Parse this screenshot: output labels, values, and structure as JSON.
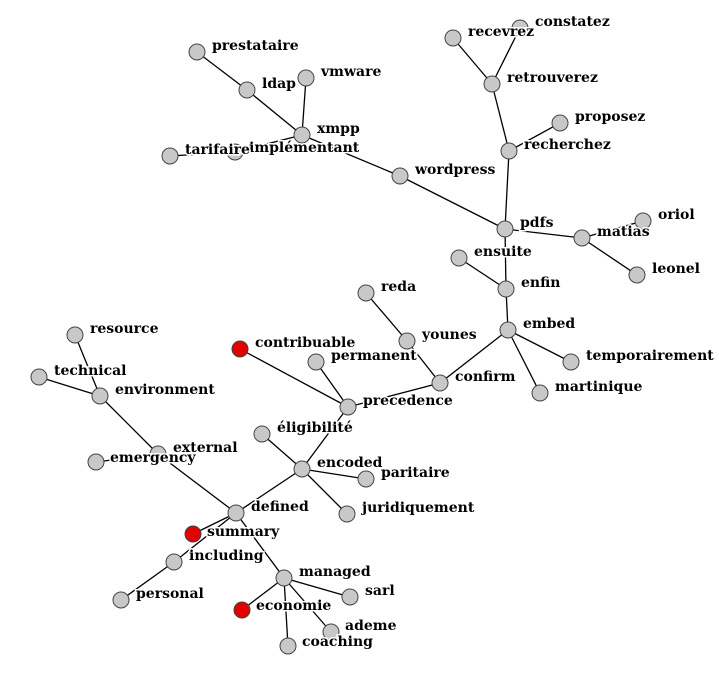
{
  "colors": {
    "node_default": "#c8c8c8",
    "node_highlight": "#e30000",
    "edge": "#000000",
    "background": "#ffffff"
  },
  "graph": {
    "nodes": [
      {
        "id": "prestataire",
        "label": "prestataire",
        "highlight": false
      },
      {
        "id": "ldap",
        "label": "ldap",
        "highlight": false
      },
      {
        "id": "vmware",
        "label": "vmware",
        "highlight": false
      },
      {
        "id": "xmpp",
        "label": "xmpp",
        "highlight": false
      },
      {
        "id": "implementant",
        "label": "implémentant",
        "highlight": false
      },
      {
        "id": "tarifaire",
        "label": "tarifaire",
        "highlight": false
      },
      {
        "id": "wordpress",
        "label": "wordpress",
        "highlight": false
      },
      {
        "id": "recevrez",
        "label": "recevrez",
        "highlight": false
      },
      {
        "id": "constatez",
        "label": "constatez",
        "highlight": false
      },
      {
        "id": "retrouverez",
        "label": "retrouverez",
        "highlight": false
      },
      {
        "id": "proposez",
        "label": "proposez",
        "highlight": false
      },
      {
        "id": "recherchez",
        "label": "recherchez",
        "highlight": false
      },
      {
        "id": "pdfs",
        "label": "pdfs",
        "highlight": false
      },
      {
        "id": "oriol",
        "label": "oriol",
        "highlight": false
      },
      {
        "id": "matias",
        "label": "matias",
        "highlight": false
      },
      {
        "id": "leonel",
        "label": "leonel",
        "highlight": false
      },
      {
        "id": "ensuite",
        "label": "ensuite",
        "highlight": false
      },
      {
        "id": "enfin",
        "label": "enfin",
        "highlight": false
      },
      {
        "id": "reda",
        "label": "reda",
        "highlight": false
      },
      {
        "id": "younes",
        "label": "younes",
        "highlight": false
      },
      {
        "id": "embed",
        "label": "embed",
        "highlight": false
      },
      {
        "id": "temporairement",
        "label": "temporairement",
        "highlight": false
      },
      {
        "id": "martinique",
        "label": "martinique",
        "highlight": false
      },
      {
        "id": "confirm",
        "label": "confirm",
        "highlight": false
      },
      {
        "id": "contribuable",
        "label": "contribuable",
        "highlight": true
      },
      {
        "id": "permanent",
        "label": "permanent",
        "highlight": false
      },
      {
        "id": "precedence",
        "label": "precedence",
        "highlight": false
      },
      {
        "id": "resource",
        "label": "resource",
        "highlight": false
      },
      {
        "id": "technical",
        "label": "technical",
        "highlight": false
      },
      {
        "id": "environment",
        "label": "environment",
        "highlight": false
      },
      {
        "id": "eligibilite",
        "label": "éligibilité",
        "highlight": false
      },
      {
        "id": "external",
        "label": "external",
        "highlight": false
      },
      {
        "id": "emergency",
        "label": "emergency",
        "highlight": false
      },
      {
        "id": "encoded",
        "label": "encoded",
        "highlight": false
      },
      {
        "id": "paritaire",
        "label": "paritaire",
        "highlight": false
      },
      {
        "id": "juridiquement",
        "label": "juridiquement",
        "highlight": false
      },
      {
        "id": "defined",
        "label": "defined",
        "highlight": false
      },
      {
        "id": "summary",
        "label": "summary",
        "highlight": true
      },
      {
        "id": "including",
        "label": "including",
        "highlight": false
      },
      {
        "id": "personal",
        "label": "personal",
        "highlight": false
      },
      {
        "id": "managed",
        "label": "managed",
        "highlight": false
      },
      {
        "id": "sarl",
        "label": "sarl",
        "highlight": false
      },
      {
        "id": "economie",
        "label": "economie",
        "highlight": true
      },
      {
        "id": "ademe",
        "label": "ademe",
        "highlight": false
      },
      {
        "id": "coaching",
        "label": "coaching",
        "highlight": false
      }
    ],
    "edges": [
      [
        "prestataire",
        "ldap"
      ],
      [
        "ldap",
        "xmpp"
      ],
      [
        "vmware",
        "xmpp"
      ],
      [
        "xmpp",
        "implementant"
      ],
      [
        "implementant",
        "tarifaire"
      ],
      [
        "xmpp",
        "wordpress"
      ],
      [
        "wordpress",
        "pdfs"
      ],
      [
        "recevrez",
        "retrouverez"
      ],
      [
        "constatez",
        "retrouverez"
      ],
      [
        "retrouverez",
        "recherchez"
      ],
      [
        "proposez",
        "recherchez"
      ],
      [
        "recherchez",
        "pdfs"
      ],
      [
        "pdfs",
        "matias"
      ],
      [
        "matias",
        "oriol"
      ],
      [
        "matias",
        "leonel"
      ],
      [
        "pdfs",
        "enfin"
      ],
      [
        "ensuite",
        "enfin"
      ],
      [
        "enfin",
        "embed"
      ],
      [
        "embed",
        "temporairement"
      ],
      [
        "embed",
        "martinique"
      ],
      [
        "embed",
        "confirm"
      ],
      [
        "reda",
        "younes"
      ],
      [
        "younes",
        "confirm"
      ],
      [
        "confirm",
        "precedence"
      ],
      [
        "contribuable",
        "precedence"
      ],
      [
        "permanent",
        "precedence"
      ],
      [
        "precedence",
        "encoded"
      ],
      [
        "eligibilite",
        "encoded"
      ],
      [
        "encoded",
        "paritaire"
      ],
      [
        "encoded",
        "juridiquement"
      ],
      [
        "encoded",
        "defined"
      ],
      [
        "resource",
        "environment"
      ],
      [
        "technical",
        "environment"
      ],
      [
        "environment",
        "external"
      ],
      [
        "external",
        "emergency"
      ],
      [
        "external",
        "defined"
      ],
      [
        "defined",
        "summary"
      ],
      [
        "defined",
        "including"
      ],
      [
        "including",
        "personal"
      ],
      [
        "defined",
        "managed"
      ],
      [
        "managed",
        "sarl"
      ],
      [
        "managed",
        "economie"
      ],
      [
        "managed",
        "ademe"
      ],
      [
        "managed",
        "coaching"
      ]
    ]
  }
}
